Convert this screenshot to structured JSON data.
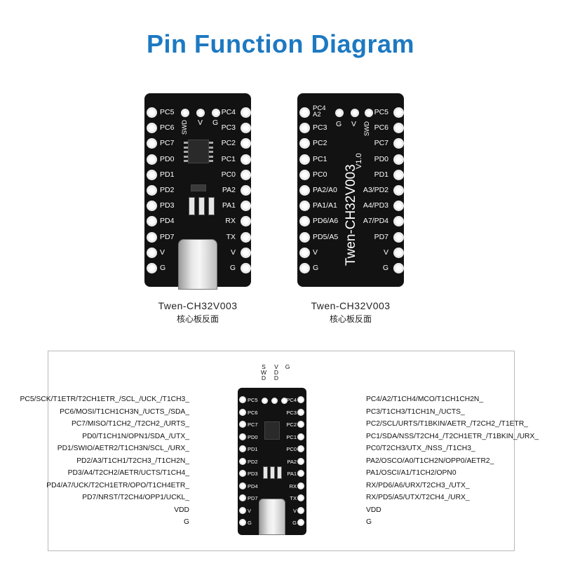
{
  "title": "Pin Function Diagram",
  "front_board": {
    "left_pins": [
      "PC5",
      "PC6",
      "PC7",
      "PD0",
      "PD1",
      "PD2",
      "PD3",
      "PD4",
      "PD7",
      "V",
      "G"
    ],
    "right_pins": [
      "PC4",
      "PC3",
      "PC2",
      "PC1",
      "PC0",
      "PA2",
      "PA1",
      "RX",
      "TX",
      "V",
      "G"
    ],
    "top_labels": [
      "SWD",
      "V",
      "G"
    ]
  },
  "back_board": {
    "left_pins": [
      "PC4 A2",
      "PC3",
      "PC2",
      "PC1",
      "PC0",
      "PA2/A0",
      "PA1/A1",
      "PD6/A6",
      "PD5/A5",
      "V",
      "G"
    ],
    "right_pins": [
      "PC5",
      "PC6",
      "PC7",
      "PD0",
      "PD1",
      "A3/PD2",
      "A4/PD3",
      "A7/PD4",
      "PD7",
      "V",
      "G"
    ],
    "top_labels": [
      "G",
      "V",
      "SWD"
    ],
    "board_name": "Twen-CH32V003",
    "version": "V1.0"
  },
  "captions": [
    {
      "en": "Twen-CH32V003",
      "zh": "核心板反面"
    },
    {
      "en": "Twen-CH32V003",
      "zh": "核心板反面"
    }
  ],
  "pinout": {
    "top_vertical": [
      "SWD",
      "VDD",
      "G"
    ],
    "left": [
      "PC5/SCK/T1ETR/T2CH1ETR_/SCL_/UCK_/T1CH3_",
      "PC6/MOSI/T1CH1CH3N_/UCTS_/SDA_",
      "PC7/MISO/T1CH2_/T2CH2_/URTS_",
      "PD0/T1CH1N/OPN1/SDA_/UTX_",
      "PD1/SWIO/AETR2/T1CH3N/SCL_/URX_",
      "PD2/A3/T1CH1/T2CH3_/T1CH2N_",
      "PD3/A4/T2CH2/AETR/UCTS/T1CH4_",
      "PD4/A7/UCK/T2CH1ETR/OPO/T1CH4ETR_",
      "PD7/NRST/T2CH4/OPP1/UCKL_",
      "VDD",
      "G"
    ],
    "right": [
      "PC4/A2/T1CH4/MCO/T1CH1CH2N_",
      "PC3/T1CH3/T1CH1N_/UCTS_",
      "PC2/SCL/URTS/T1BKIN/AETR_/T2CH2_/T1ETR_",
      "PC1/SDA/NSS/T2CH4_/T2CH1ETR_/T1BKIN_/URX_",
      "PC0/T2CH3/UTX_/NSS_/T1CH3_",
      "PA2/OSCO/A0/T1CH2N/OPP0/AETR2_",
      "PA1/OSCI/A1/T1CH2/OPN0",
      "RX/PD6/A6/URX/T2CH3_/UTX_",
      "RX/PD5/A5/UTX/T2CH4_/URX_",
      "VDD",
      "G"
    ]
  }
}
